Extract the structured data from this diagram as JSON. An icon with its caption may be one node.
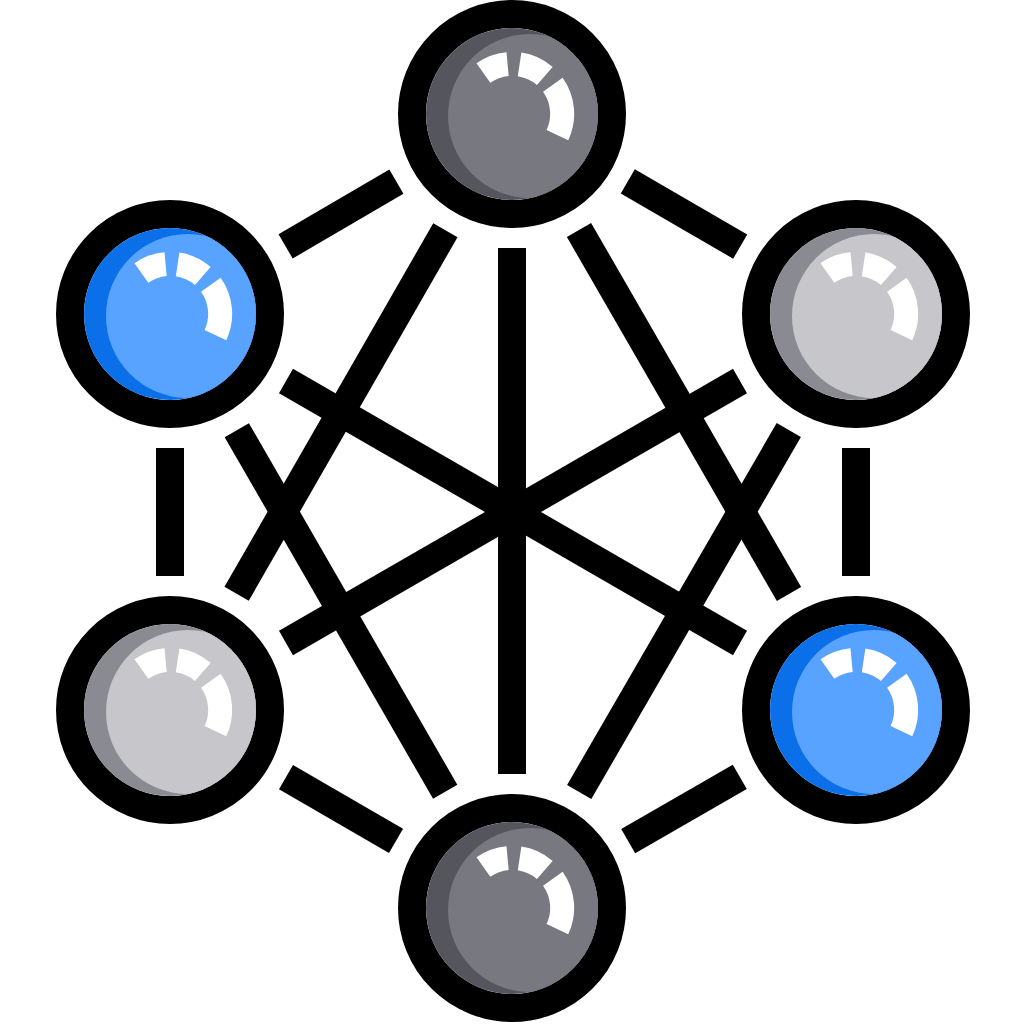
{
  "diagram": {
    "nodes": [
      {
        "text": [],
        "shape": "circle"
      },
      {
        "text": [],
        "shape": "circle"
      },
      {
        "text": [],
        "shape": "circle"
      },
      {
        "text": [],
        "shape": "circle"
      },
      {
        "text": [],
        "shape": "circle"
      },
      {
        "text": [],
        "shape": "circle"
      }
    ],
    "edges": [
      {
        "from": 0,
        "to": 1,
        "arrow": "none"
      },
      {
        "from": 0,
        "to": 2,
        "arrow": "none"
      },
      {
        "from": 1,
        "to": 3,
        "arrow": "none"
      },
      {
        "from": 2,
        "to": 4,
        "arrow": "none"
      },
      {
        "from": 3,
        "to": 5,
        "arrow": "none"
      },
      {
        "from": 4,
        "to": 5,
        "arrow": "none"
      },
      {
        "from": 0,
        "to": 3,
        "arrow": "none"
      },
      {
        "from": 0,
        "to": 4,
        "arrow": "none"
      },
      {
        "from": 1,
        "to": 5,
        "arrow": "none"
      },
      {
        "from": 2,
        "to": 5,
        "arrow": "none"
      },
      {
        "from": 1,
        "to": 4,
        "arrow": "none"
      },
      {
        "from": 2,
        "to": 3,
        "arrow": "none"
      },
      {
        "from": 0,
        "to": 5,
        "arrow": "none"
      }
    ]
  }
}
